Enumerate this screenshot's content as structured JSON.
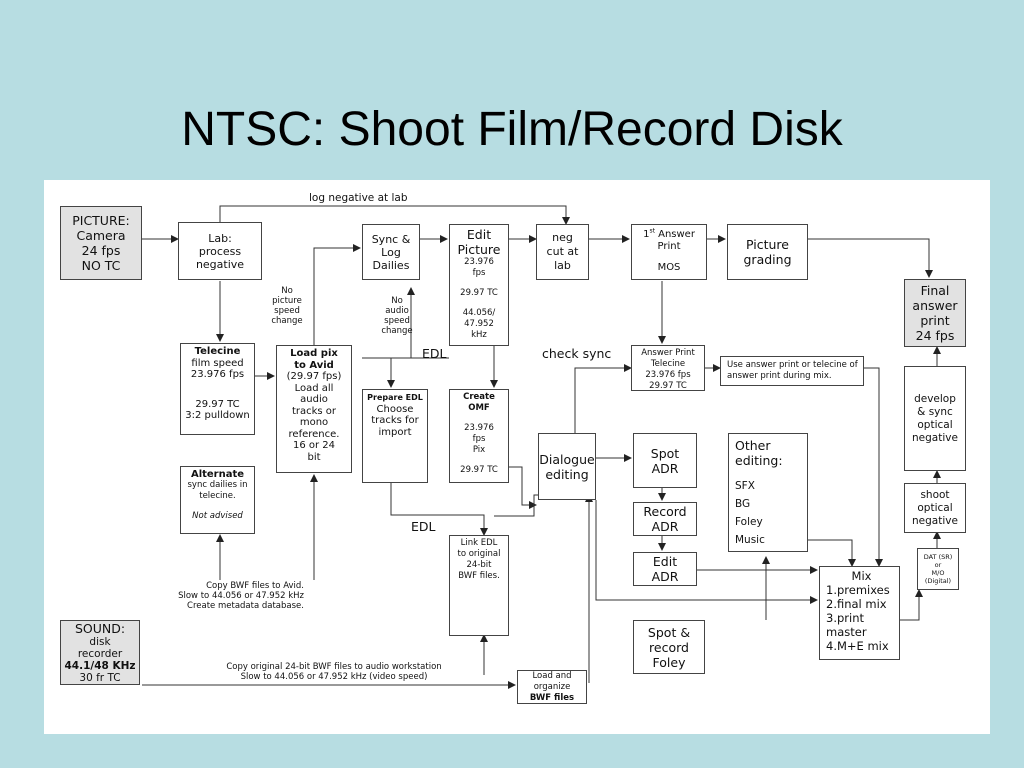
{
  "slide": {
    "title": "NTSC: Shoot Film/Record Disk"
  },
  "boxes": {
    "picture": [
      "PICTURE:",
      "Camera",
      "24 fps",
      "NO TC"
    ],
    "lab": [
      "Lab:",
      "process",
      "negative"
    ],
    "sync_log": [
      "Sync &",
      "Log",
      "Dailies"
    ],
    "edit_picture": {
      "title": [
        "Edit",
        "Picture"
      ],
      "lines": [
        "23.976",
        "fps",
        "",
        "29.97 TC",
        "",
        "44.056/",
        "47.952",
        "kHz"
      ]
    },
    "neg_cut": [
      "neg",
      "cut at",
      "lab"
    ],
    "first_answer": {
      "first": "1",
      "sup": "st",
      "after": " Answer",
      "lines": [
        "Print",
        "",
        "MOS"
      ]
    },
    "picture_grading": [
      "Picture",
      "grading"
    ],
    "final_answer": [
      "Final",
      "answer",
      "print",
      "24 fps"
    ],
    "telecine": {
      "title": "Telecine",
      "lines": [
        "film speed",
        "23.976 fps",
        "",
        "",
        "29.97 TC",
        "3:2 pulldown"
      ]
    },
    "load_pix": {
      "title": [
        "Load pix",
        "to Avid"
      ],
      "lines": [
        "(29.97 fps)",
        "Load all",
        "audio",
        "tracks or",
        "mono",
        "reference.",
        "16 or 24",
        "bit"
      ]
    },
    "prepare_edl": {
      "title": "Prepare EDL",
      "lines": [
        "Choose",
        "tracks for",
        "import"
      ]
    },
    "create_omf": {
      "title": [
        "Create",
        "OMF"
      ],
      "lines": [
        "",
        "23.976",
        "fps",
        "Pix",
        "",
        "29.97 TC"
      ]
    },
    "answer_telecine": [
      "Answer Print",
      "Telecine",
      "23.976 fps",
      "29.97 TC"
    ],
    "mix_note": [
      "Use answer print or telecine of",
      "answer print during mix."
    ],
    "develop_sync": [
      "develop",
      "& sync",
      "optical",
      "negative"
    ],
    "alternate": {
      "title": "Alternate",
      "lines": [
        "sync dailies in",
        "telecine.",
        ""
      ],
      "note": "Not advised"
    },
    "dialogue": [
      "Dialogue",
      "editing"
    ],
    "spot_adr": [
      "Spot",
      "ADR"
    ],
    "record_adr": [
      "Record",
      "ADR"
    ],
    "edit_adr": [
      "Edit",
      "ADR"
    ],
    "other_editing": {
      "title": [
        "Other",
        "editing:"
      ],
      "lines": [
        "SFX",
        "BG",
        "Foley",
        "Music"
      ]
    },
    "shoot_optical": [
      "shoot",
      "optical",
      "negative"
    ],
    "dat": [
      "DAT (SR)",
      "or",
      "M/O",
      "(Digital)"
    ],
    "link_edl": [
      "Link EDL",
      "to original",
      "24-bit",
      "BWF files."
    ],
    "mix": {
      "title": "Mix",
      "lines": [
        "1.premixes",
        "2.final mix",
        "3.print",
        "master",
        "4.M+E mix"
      ]
    },
    "spot_foley": [
      "Spot &",
      "record",
      "Foley"
    ],
    "sound": {
      "title": "SOUND:",
      "lines": [
        "disk",
        "recorder"
      ],
      "rate": "44.1/48 KHz",
      "tc": "30 fr TC"
    },
    "load_bwf": {
      "lines": [
        "Load and",
        "organize"
      ],
      "bold": "BWF files"
    }
  },
  "labels": {
    "log_negative": "log negative at lab",
    "no_picture_speed": [
      "No",
      "picture",
      "speed",
      "change"
    ],
    "no_audio_speed": [
      "No",
      "audio",
      "speed",
      "change"
    ],
    "edl_top": "EDL",
    "edl_bottom": "EDL",
    "check_sync": "check sync",
    "copy_bwf_avid": [
      "Copy BWF files to Avid.",
      "Slow to 44.056 or 47.952 kHz",
      "Create metadata database."
    ],
    "copy_original": [
      "Copy original 24-bit BWF files to audio workstation",
      "Slow to 44.056 or 47.952 kHz (video speed)"
    ]
  }
}
